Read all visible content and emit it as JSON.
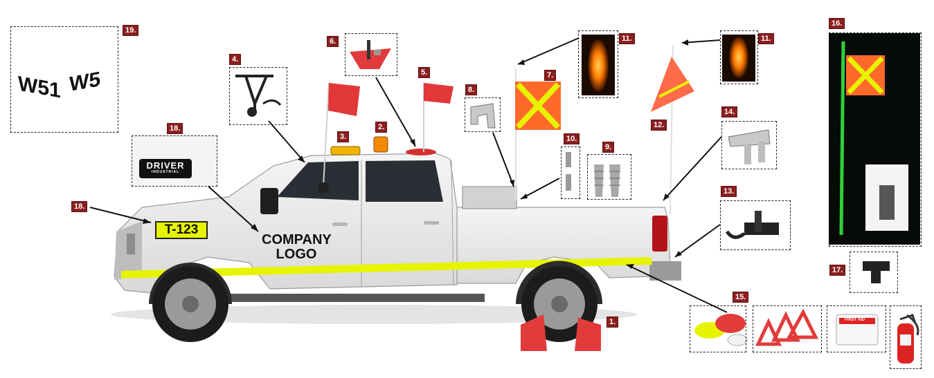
{
  "callouts": [
    {
      "label": "1."
    },
    {
      "label": "2."
    },
    {
      "label": "3."
    },
    {
      "label": "4."
    },
    {
      "label": "5."
    },
    {
      "label": "6."
    },
    {
      "label": "7."
    },
    {
      "label": "8."
    },
    {
      "label": "9."
    },
    {
      "label": "10."
    },
    {
      "label": "11."
    },
    {
      "label": "11."
    },
    {
      "label": "12."
    },
    {
      "label": "13."
    },
    {
      "label": "14."
    },
    {
      "label": "15."
    },
    {
      "label": "16."
    },
    {
      "label": "17."
    },
    {
      "label": "18."
    },
    {
      "label": "18."
    },
    {
      "label": "19."
    }
  ],
  "truck": {
    "unit_plate": "T-123",
    "company_logo_line1": "COMPANY",
    "company_logo_line2": "LOGO"
  },
  "door_magnet": {
    "brand": "DRIVER",
    "sub": "INDUSTRIAL"
  },
  "roof_sign": {
    "left_text": "W51",
    "right_text": "W5"
  },
  "first_aid": {
    "label": "FIRST AID"
  },
  "colors": {
    "callout_bg": "#8b1f1f",
    "reflective_stripe": "#e6f400",
    "flag_red": "#e2383a",
    "safety_orange": "#ff6a2b",
    "amber": "#ff9a00",
    "led_green": "#2fd03a"
  }
}
